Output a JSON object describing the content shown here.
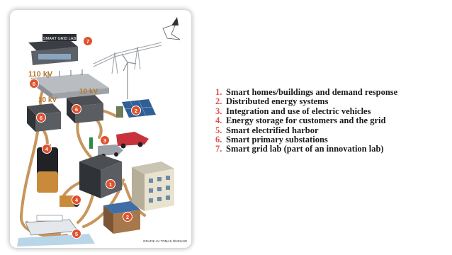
{
  "legend": {
    "number_color": "#d9534a",
    "items": [
      {
        "num": "1.",
        "text": "Smart homes/buildings and demand response"
      },
      {
        "num": "2.",
        "text": "Distributed energy systems"
      },
      {
        "num": "3.",
        "text": "Integration and use of electric vehicles"
      },
      {
        "num": "4.",
        "text": "Energy storage for customers and the grid"
      },
      {
        "num": "5.",
        "text": "Smart electrified harbor"
      },
      {
        "num": "6.",
        "text": "Smart primary substations"
      },
      {
        "num": "7.",
        "text": "Smart grid lab (part of an innovation lab)"
      }
    ]
  },
  "graphic": {
    "lab_sign": "SMART GRID LAB",
    "substation_voltage": "110 kV",
    "secondary_voltage_left": "10 kV",
    "secondary_voltage_right": "10 kV",
    "credit": "GRAFIK AV TOMAS ÖHRLING",
    "badge_color": "#e0522f",
    "cable_color": "#c8955c",
    "badges": {
      "b1": "1",
      "b2a": "2",
      "b2b": "2",
      "b3": "3",
      "b4a": "4",
      "b4b": "4",
      "b5": "5",
      "b6a": "6",
      "b6b": "6",
      "b6c": "6",
      "b7": "7"
    }
  }
}
